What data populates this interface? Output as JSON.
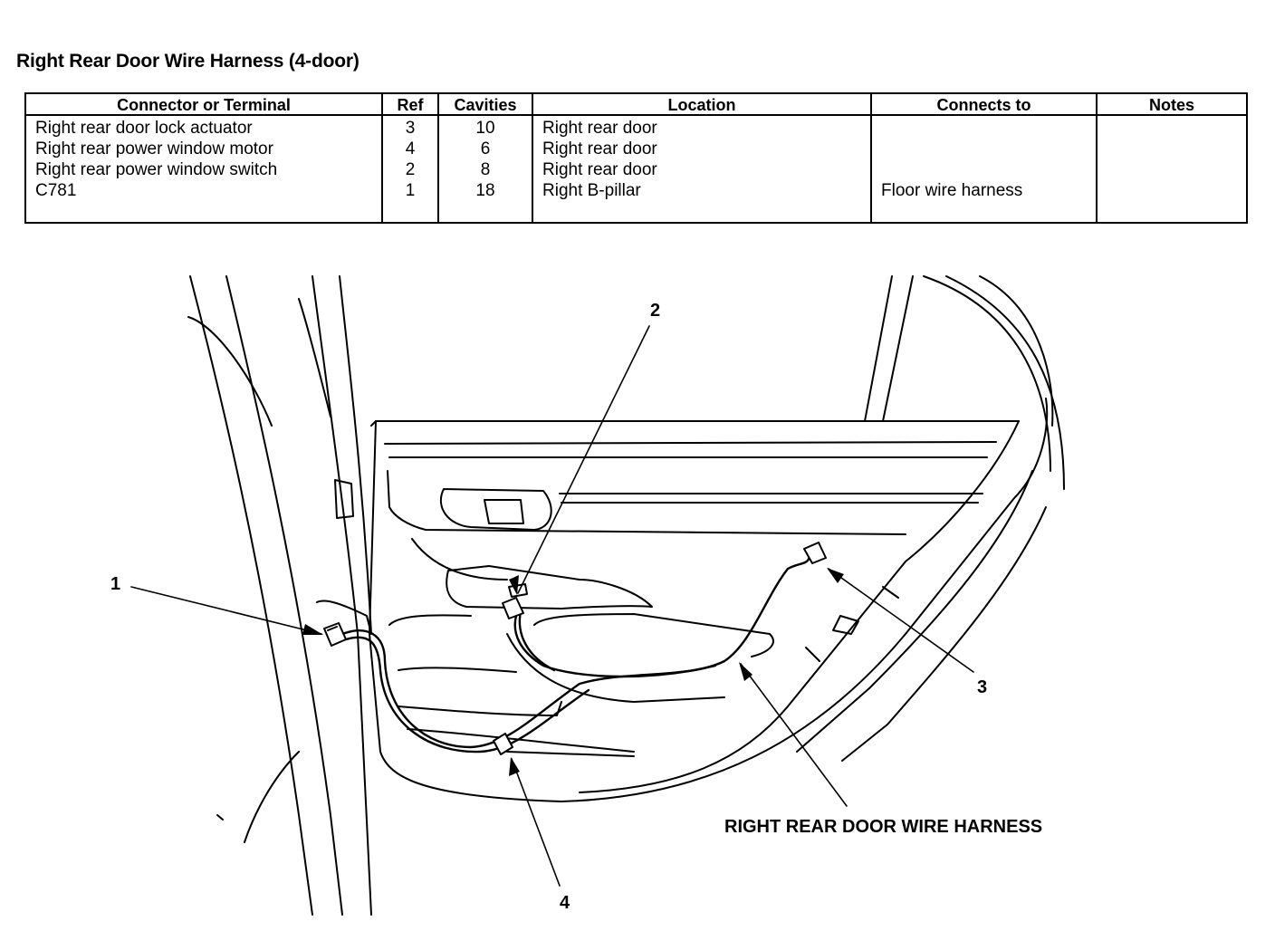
{
  "page": {
    "title": "Right Rear Door Wire Harness (4-door)"
  },
  "table": {
    "headers": {
      "connector": "Connector or Terminal",
      "ref": "Ref",
      "cavities": "Cavities",
      "location": "Location",
      "connects_to": "Connects to",
      "notes": "Notes"
    },
    "rows": [
      {
        "connector": "Right rear door lock actuator",
        "ref": "3",
        "cavities": "10",
        "location": "Right rear door",
        "connects_to": "",
        "notes": ""
      },
      {
        "connector": "Right rear power window motor",
        "ref": "4",
        "cavities": "6",
        "location": "Right rear door",
        "connects_to": "",
        "notes": ""
      },
      {
        "connector": "Right rear power window switch",
        "ref": "2",
        "cavities": "8",
        "location": "Right rear door",
        "connects_to": "",
        "notes": ""
      },
      {
        "connector": "C781",
        "ref": "1",
        "cavities": "18",
        "location": "Right B-pillar",
        "connects_to": "Floor wire harness",
        "notes": ""
      }
    ]
  },
  "diagram": {
    "callouts": {
      "c1": "1",
      "c2": "2",
      "c3": "3",
      "c4": "4"
    },
    "harness_label": "RIGHT REAR DOOR WIRE HARNESS"
  }
}
